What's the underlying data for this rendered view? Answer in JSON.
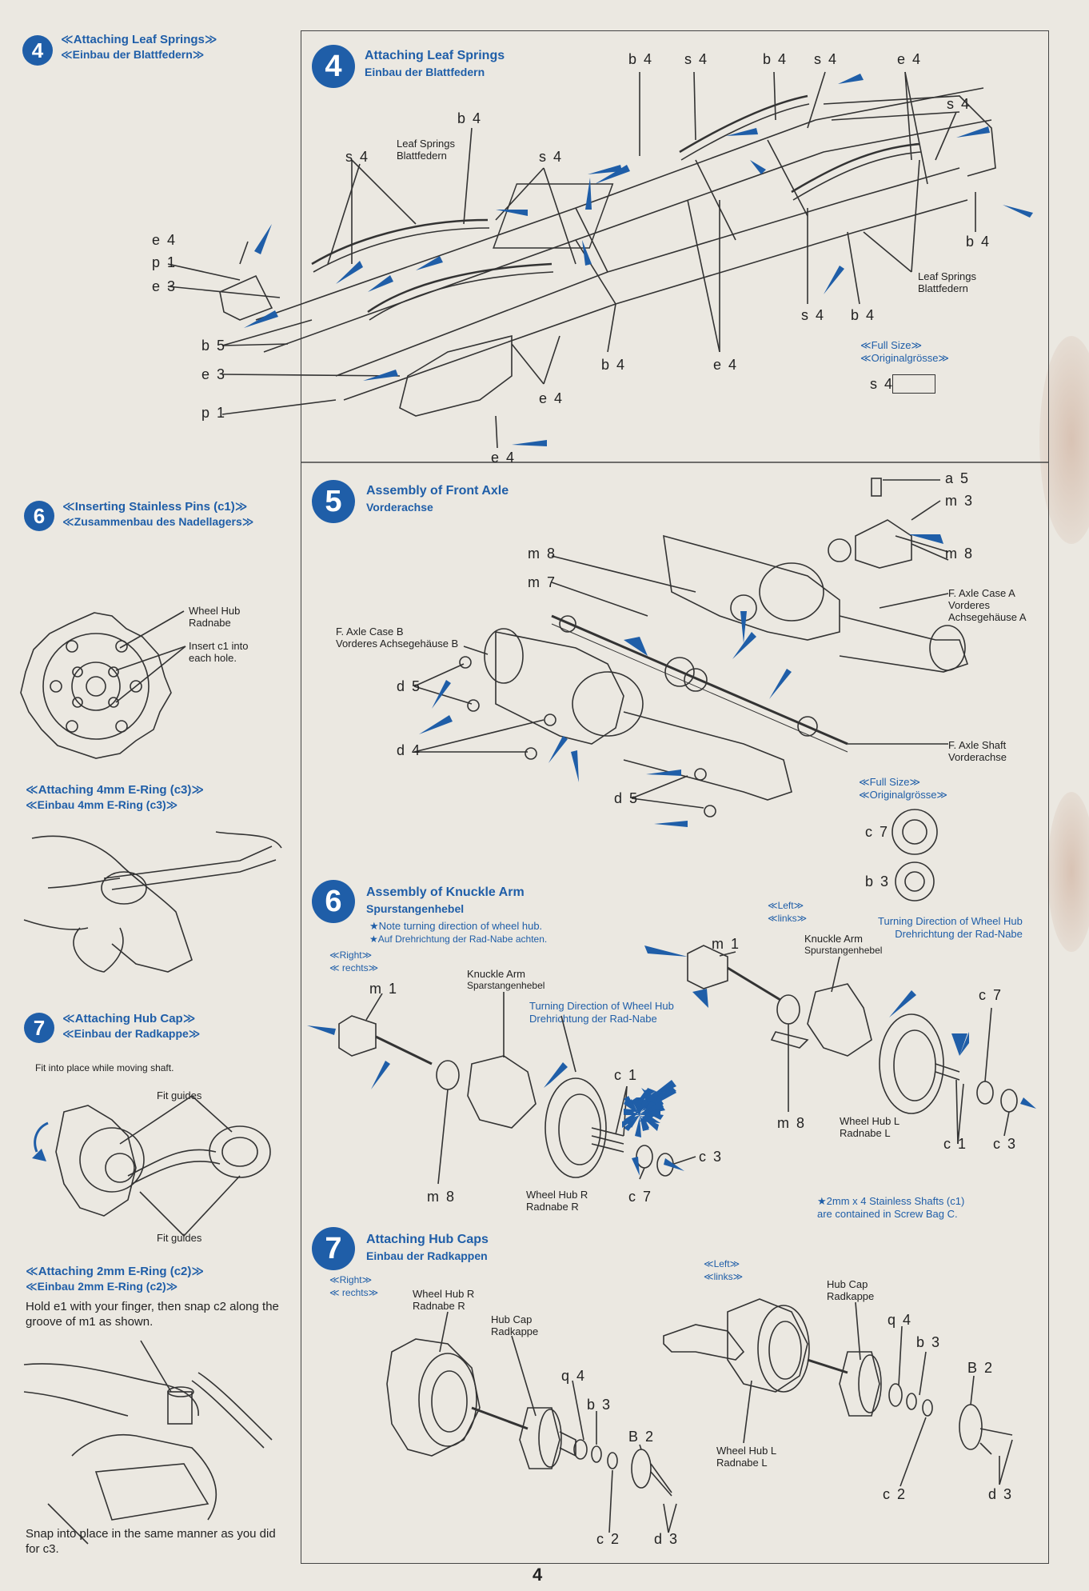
{
  "page_number": "4",
  "colors": {
    "accent": "#1f5ea8",
    "paper": "#ebe8e1",
    "ink": "#222222"
  },
  "left_column": {
    "step4": {
      "number": "4",
      "title_en": "≪Attaching Leaf Springs≫",
      "title_de": "≪Einbau der Blattfedern≫"
    },
    "step6": {
      "number": "6",
      "title_en": "≪Inserting Stainless Pins (c1)≫",
      "title_de": "≪Zusammenbau des Nadellagers≫",
      "wheel_hub_en": "Wheel Hub",
      "wheel_hub_de": "Radnabe",
      "insert_note_1": "Insert c1 into",
      "insert_note_2": "each hole."
    },
    "eclip4": {
      "title_en": "≪Attaching 4mm E-Ring (c3)≫",
      "title_de": "≪Einbau 4mm E-Ring (c3)≫"
    },
    "step7": {
      "number": "7",
      "title_en": "≪Attaching Hub Cap≫",
      "title_de": "≪Einbau der Radkappe≫",
      "fit_note": "Fit into place while moving shaft.",
      "fit_guides_top": "Fit guides",
      "fit_guides_bottom": "Fit guides"
    },
    "eclip2": {
      "title_en": "≪Attaching 2mm E-Ring (c2)≫",
      "title_de": "≪Einbau 2mm E-Ring (c2)≫",
      "instruction": "Hold e1 with your finger, then snap c2 along the groove of m1 as shown.",
      "footer": "Snap into place in the same manner as you did for c3."
    }
  },
  "main": {
    "step4": {
      "number": "4",
      "title_en": "Attaching Leaf Springs",
      "title_de": "Einbau der Blattfedern",
      "leaf_springs_en": "Leaf Springs",
      "leaf_springs_de": "Blattfedern",
      "leaf_springs_en_2": "Leaf Springs",
      "leaf_springs_de_2": "Blattfedern",
      "full_size_en": "≪Full Size≫",
      "full_size_de": "≪Originalgrösse≫",
      "full_size_part": "s 4",
      "codes": {
        "b4_a": "b 4",
        "s4_a": "s 4",
        "b4_b": "b 4",
        "s4_b": "s 4",
        "e4_a": "e 4",
        "s4_c": "s 4",
        "b4_c": "b 4",
        "s4_d": "s 4",
        "s4_e": "s 4",
        "e4_l": "e 4",
        "p1_l": "p 1",
        "e3_l": "e 3",
        "b5": "b 5",
        "e3_l2": "e 3",
        "p1_l2": "p 1",
        "e4_b": "e 4",
        "e4_c": "e 4",
        "b4_d": "b 4",
        "e4_d": "e 4",
        "s4_f": "s 4",
        "b4_e": "b 4",
        "b4_f": "b 4"
      }
    },
    "step5": {
      "number": "5",
      "title_en": "Assembly of Front Axle",
      "title_de": "Vorderachse",
      "case_b_en": "F. Axle Case B",
      "case_b_de": "Vorderes Achsegehäuse B",
      "case_a_en": "F. Axle Case A",
      "case_a_de_1": "Vorderes",
      "case_a_de_2": "Achsegehäuse A",
      "shaft_en": "F. Axle Shaft",
      "shaft_de": "Vorderachse",
      "full_size_en": "≪Full Size≫",
      "full_size_de": "≪Originalgrösse≫",
      "codes": {
        "a5": "a 5",
        "m3": "m 3",
        "m8": "m 8",
        "m8_b": "m 8",
        "m7": "m 7",
        "d5_a": "d 5",
        "d4": "d 4",
        "d5_b": "d 5",
        "c7": "c 7",
        "b3": "b 3"
      }
    },
    "step6": {
      "number": "6",
      "title_en": "Assembly of Knuckle Arm",
      "title_de": "Spurstangenhebel",
      "note_en": "★Note turning direction of wheel hub.",
      "note_de": "★Auf Drehrichtung der Rad-Nabe achten.",
      "right_en": "≪Right≫",
      "right_de": "≪ rechts≫",
      "left_en": "≪Left≫",
      "left_de": "≪links≫",
      "knuckle_en": "Knuckle Arm",
      "knuckle_de": "Sparstangenhebel",
      "knuckle_en_l": "Knuckle Arm",
      "knuckle_de_l": "Spurstangenhebel",
      "turn_en": "Turning Direction of Wheel Hub",
      "turn_de": "Drehrichtung der Rad-Nabe",
      "turn_en_l": "Turning Direction of Wheel Hub",
      "turn_de_l": "Drehrichtung der Rad-Nabe",
      "hub_r_en": "Wheel Hub R",
      "hub_r_de": "Radnabe R",
      "hub_l_en": "Wheel Hub L",
      "hub_l_de": "Radnabe L",
      "bag_note_1": "★2mm x 4 Stainless Shafts (c1)",
      "bag_note_2": "are contained in Screw Bag C.",
      "codes": {
        "m1_r": "m 1",
        "m8_r": "m 8",
        "c1_r": "c 1",
        "c3_r": "c 3",
        "c7_r": "c 7",
        "m1_l": "m 1",
        "m8_l": "m 8",
        "c7_l": "c 7",
        "c1_l": "c 1",
        "c3_l": "c 3"
      }
    },
    "step7": {
      "number": "7",
      "title_en": "Attaching Hub Caps",
      "title_de": "Einbau der Radkappen",
      "right_en": "≪Right≫",
      "right_de": "≪ rechts≫",
      "left_en": "≪Left≫",
      "left_de": "≪links≫",
      "hub_r_en": "Wheel Hub R",
      "hub_r_de": "Radnabe R",
      "cap_en": "Hub Cap",
      "cap_de": "Radkappe",
      "cap_en_l": "Hub Cap",
      "cap_de_l": "Radkappe",
      "hub_l_en": "Wheel Hub L",
      "hub_l_de": "Radnabe L",
      "codes": {
        "q4_r": "q 4",
        "b3_r": "b 3",
        "B2_r": "B 2",
        "c2_r": "c 2",
        "d3_r": "d 3",
        "q4_l": "q 4",
        "b3_l": "b 3",
        "B2_l": "B 2",
        "c2_l": "c 2",
        "d3_l": "d 3"
      }
    }
  }
}
